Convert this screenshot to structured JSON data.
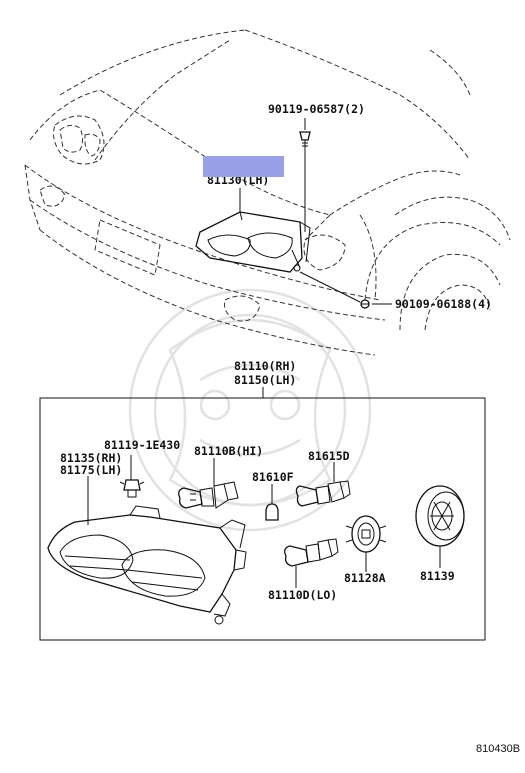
{
  "diagram": {
    "labels": {
      "screw_top": "90119-06587(2)",
      "headlamp_top": "81130(LH)",
      "screw_right": "90109-06188(4)",
      "unit_rh": "81110(RH)",
      "unit_lh": "81150(LH)",
      "socket_small": "81119-1E430",
      "lens_rh": "81135(RH)",
      "lens_lh": "81175(LH)",
      "bulb_hi": "81110B(HI)",
      "bulb_small": "81610F",
      "bulb_right": "81615D",
      "bulb_lo": "81110D(LO)",
      "socket": "81128A",
      "cover": "81139"
    },
    "highlight_color": "#9aa0e8",
    "figure_code": "810430B"
  }
}
